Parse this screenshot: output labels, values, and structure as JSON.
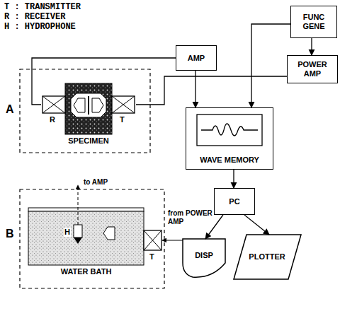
{
  "diagram": {
    "nodes": [
      {
        "text": [
          "FUNC GENE"
        ]
      },
      {
        "text": [
          "AMP"
        ]
      },
      {
        "text": [
          "POWER AMP"
        ]
      },
      {
        "text": [
          "SPECIMEN"
        ]
      },
      {
        "text": [
          "WAVE MEMORY"
        ]
      },
      {
        "text": [
          "PC"
        ]
      },
      {
        "text": [
          "WATER BATH"
        ]
      },
      {
        "text": [
          "DISP"
        ]
      },
      {
        "text": [
          "PLOTTER"
        ]
      }
    ],
    "edges": [
      {
        "from": 0,
        "to": 2,
        "arrow": "to"
      },
      {
        "from": 0,
        "to": 4,
        "arrow": "to"
      },
      {
        "from": 1,
        "to": 4,
        "arrow": "to"
      },
      {
        "from": 2,
        "to": 3,
        "arrow": "none"
      },
      {
        "from": 3,
        "to": 1,
        "arrow": "none"
      },
      {
        "from": 4,
        "to": 5,
        "arrow": "to"
      },
      {
        "from": 5,
        "to": 7,
        "arrow": "to"
      },
      {
        "from": 5,
        "to": 8,
        "arrow": "to"
      }
    ],
    "labels": [
      "T : TRANSMITTER",
      "R : RECEIVER",
      "H : HYDROPHONE",
      "A",
      "R",
      "T",
      "B",
      "H",
      "T",
      "to AMP",
      "from POWER AMP"
    ]
  }
}
